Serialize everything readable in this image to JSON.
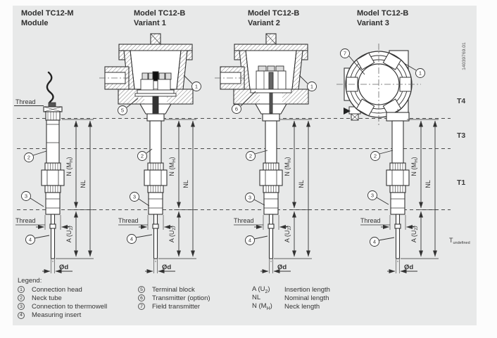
{
  "doc_number": "14039769.01",
  "figures": [
    {
      "title1": "Model TC12-M",
      "title2": "Module"
    },
    {
      "title1": "Model TC12-B",
      "title2": "Variant 1"
    },
    {
      "title1": "Model TC12-B",
      "title2": "Variant 2"
    },
    {
      "title1": "Model TC12-B",
      "title2": "Variant 3"
    }
  ],
  "callouts": {
    "n1": "1",
    "n2": "2",
    "n3": "3",
    "n4": "4",
    "n5": "5",
    "n6": "6",
    "n7": "7"
  },
  "labels": {
    "thread": "Thread",
    "dia": "Ød",
    "neck_pre": "N (M",
    "neck_sub": "H",
    "neck_post": ")",
    "nominal": "NL",
    "insertion_pre": "A (U",
    "insertion_sub": "2",
    "insertion_post": ")"
  },
  "zones": {
    "t4": "T4",
    "t3": "T3",
    "t1": "T1",
    "tu_pre": "T",
    "tu_sub": "undefined"
  },
  "legend": {
    "heading": "Legend:",
    "items": [
      {
        "num": "1",
        "text": "Connection head"
      },
      {
        "num": "2",
        "text": "Neck tube"
      },
      {
        "num": "3",
        "text": "Connection to thermowell"
      },
      {
        "num": "4",
        "text": "Measuring insert"
      },
      {
        "num": "5",
        "text": "Terminal block"
      },
      {
        "num": "6",
        "text": "Transmitter (option)"
      },
      {
        "num": "7",
        "text": "Field transmitter"
      }
    ],
    "dims": [
      {
        "pre": "A (U",
        "sub": "2",
        "post": ")",
        "text": "Insertion length"
      },
      {
        "pre": "NL",
        "sub": "",
        "post": "",
        "text": "Nominal length"
      },
      {
        "pre": "N (M",
        "sub": "H",
        "post": ")",
        "text": "Neck length"
      }
    ]
  }
}
